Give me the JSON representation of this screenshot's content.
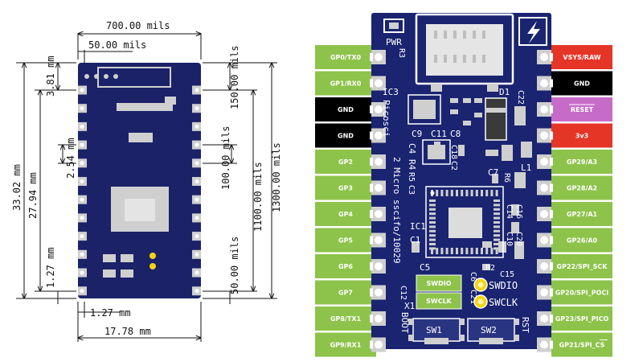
{
  "drawing": {
    "dims": {
      "width_total": "700.00 mils",
      "left_offset": "50.00 mils",
      "top_pin": "3.81 mm",
      "pitch_mm": "2.54 mm",
      "pins_span_mm": "27.94 mm",
      "height_mm": "33.02 mm",
      "bottom_offset": "1.27 mm",
      "pitch_mils": "100.00 mils",
      "top_pin_mils": "150.00 mils",
      "pins_span_mils": "1100.00 mils",
      "height_mils": "1300.00 mils",
      "bottom_mils": "50.00 mils",
      "left_offset_mm": "1.27 mm",
      "width_mm": "17.78 mm"
    }
  },
  "board": {
    "silk": {
      "pwr": "PWR",
      "r3": "R3",
      "ic3": "IC3",
      "picosci": "Picosci",
      "two_micro": "2 Micro",
      "sscifo": "sscifo/10029",
      "d1": "D1",
      "c22": "C22",
      "c9": "C9",
      "c11": "C11",
      "c8": "C8",
      "c4": "C4",
      "r4": "R4",
      "c18": "C18",
      "c2": "C2",
      "r5": "R5",
      "c3": "C3",
      "c7": "C7",
      "l1": "L1",
      "r6": "R6",
      "c14": "C14",
      "c16": "C16",
      "ic1": "IC1",
      "c1": "C1",
      "c10": "C10",
      "c20": "C20",
      "c5": "C5",
      "r2": "R2",
      "c15": "C15",
      "c6": "C6",
      "c12": "C12",
      "c21": "C21",
      "x1": "X1",
      "boot": "BOOT",
      "sw1": "SW1",
      "sw2": "SW2",
      "rst": "RST",
      "swdio": "SWDIO",
      "swclk": "SWCLK"
    },
    "debug_labels": [
      "SWDIO",
      "SWCLK"
    ]
  },
  "pins": {
    "left": [
      {
        "label": "GP0/TX0",
        "color": "#8dc34a"
      },
      {
        "label": "GP1/RX0",
        "color": "#8dc34a"
      },
      {
        "label": "GND",
        "color": "#000000"
      },
      {
        "label": "GND",
        "color": "#000000"
      },
      {
        "label": "GP2",
        "color": "#8dc34a"
      },
      {
        "label": "GP3",
        "color": "#8dc34a"
      },
      {
        "label": "GP4",
        "color": "#8dc34a"
      },
      {
        "label": "GP5",
        "color": "#8dc34a"
      },
      {
        "label": "GP6",
        "color": "#8dc34a"
      },
      {
        "label": "GP7",
        "color": "#8dc34a"
      },
      {
        "label": "GP8/TX1",
        "color": "#8dc34a"
      },
      {
        "label": "GP9/RX1",
        "color": "#8dc34a"
      }
    ],
    "right": [
      {
        "label": "VSYS/RAW",
        "color": "#e53527"
      },
      {
        "label": "GND",
        "color": "#000000"
      },
      {
        "label": "RESET",
        "color": "#c76bc9"
      },
      {
        "label": "3v3",
        "color": "#e53527"
      },
      {
        "label": "GP29/A3",
        "color": "#8dc34a"
      },
      {
        "label": "GP28/A2",
        "color": "#8dc34a"
      },
      {
        "label": "GP27/A1",
        "color": "#8dc34a"
      },
      {
        "label": "GP26/A0",
        "color": "#8dc34a"
      },
      {
        "label": "GP22/SPI_SCK",
        "color": "#8dc34a"
      },
      {
        "label": "GP20/SPI_POCI",
        "color": "#8dc34a"
      },
      {
        "label": "GP23/SPI_PICO",
        "color": "#8dc34a"
      },
      {
        "label": "GP21/SPI_CS",
        "color": "#8dc34a"
      }
    ]
  },
  "colors": {
    "pcb": "#1a2470",
    "pad": "#cfcfcf",
    "gold": "#f5d40f"
  }
}
